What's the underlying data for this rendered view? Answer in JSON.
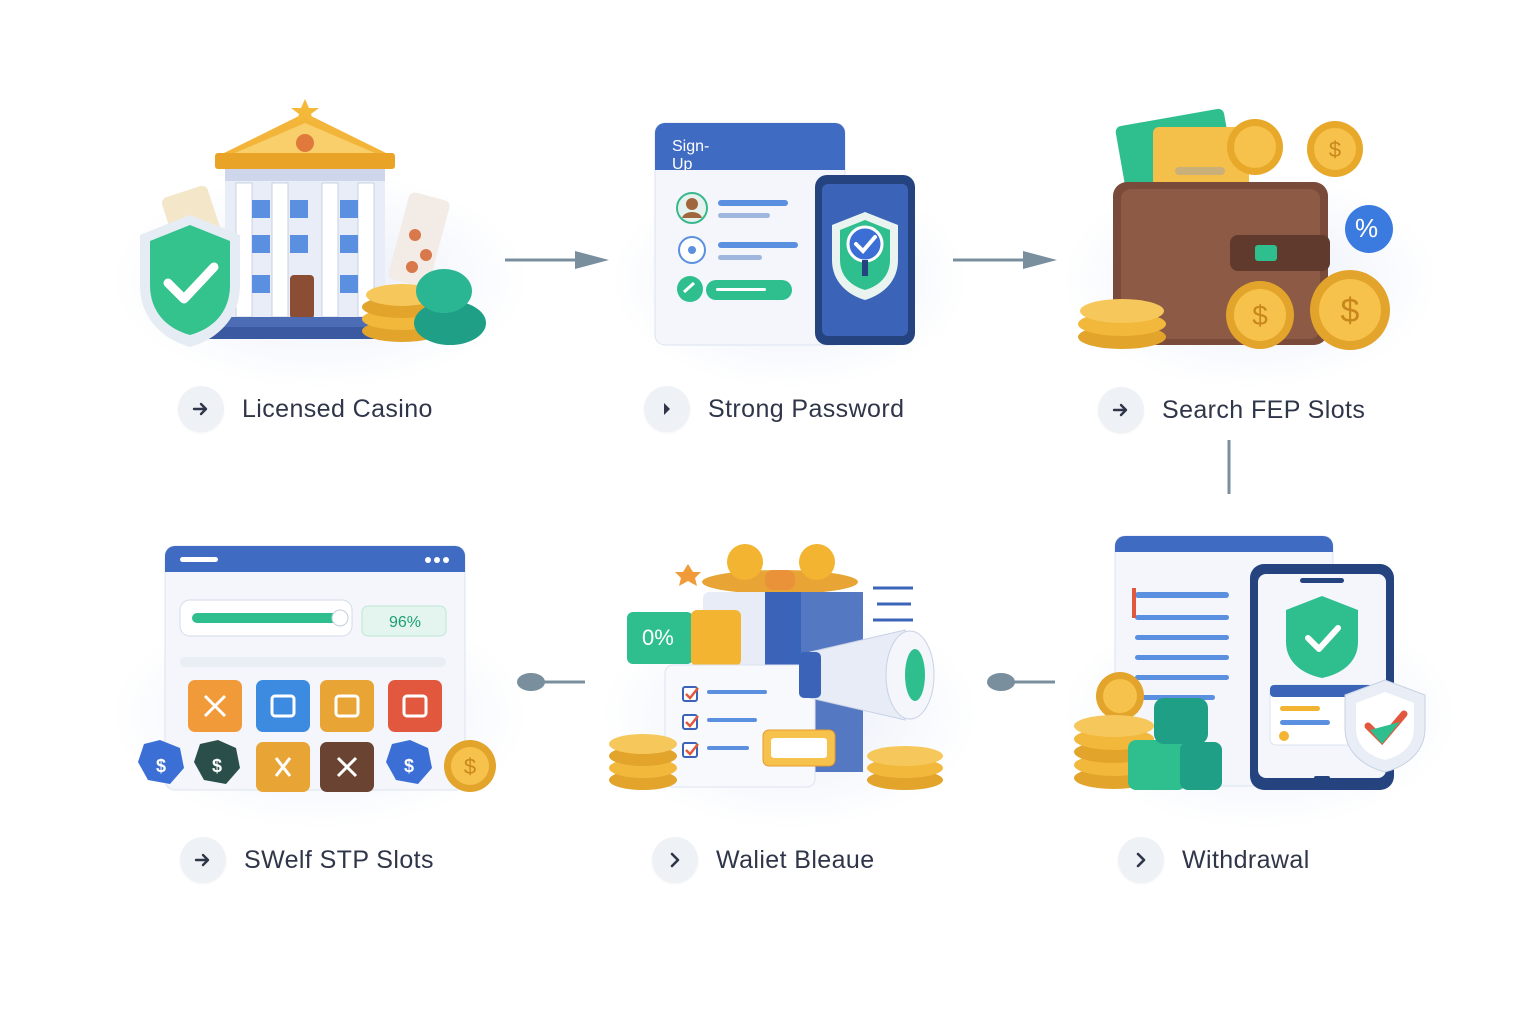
{
  "colors": {
    "primary_blue": "#3b64b8",
    "teal": "#2fbf8f",
    "gold": "#f2b431",
    "brown": "#7a4b3a",
    "label_text": "#2f3649",
    "arrow": "#6f8797"
  },
  "steps": [
    {
      "label": "Licensed Casino",
      "icon": "arrow-right-icon",
      "illustration": "casino-building-illustration"
    },
    {
      "label": "Strong Password",
      "icon": "chevron-right-icon",
      "illustration": "signup-form-illustration",
      "form_title": "Sign-Up"
    },
    {
      "label": "Search FEP Slots",
      "icon": "arrow-right-icon",
      "illustration": "wallet-illustration",
      "badge": "%"
    },
    {
      "label": "SWelf STP Slots",
      "icon": "arrow-right-icon",
      "illustration": "slots-browser-illustration",
      "progress_text": "96%",
      "progress_value": 0.96
    },
    {
      "label": "Waliet Bleaue",
      "icon": "chevron-right-icon",
      "illustration": "bonus-gift-illustration",
      "discount_text": "0%"
    },
    {
      "label": "Withdrawal",
      "icon": "chevron-right-icon",
      "illustration": "withdrawal-devices-illustration"
    }
  ]
}
